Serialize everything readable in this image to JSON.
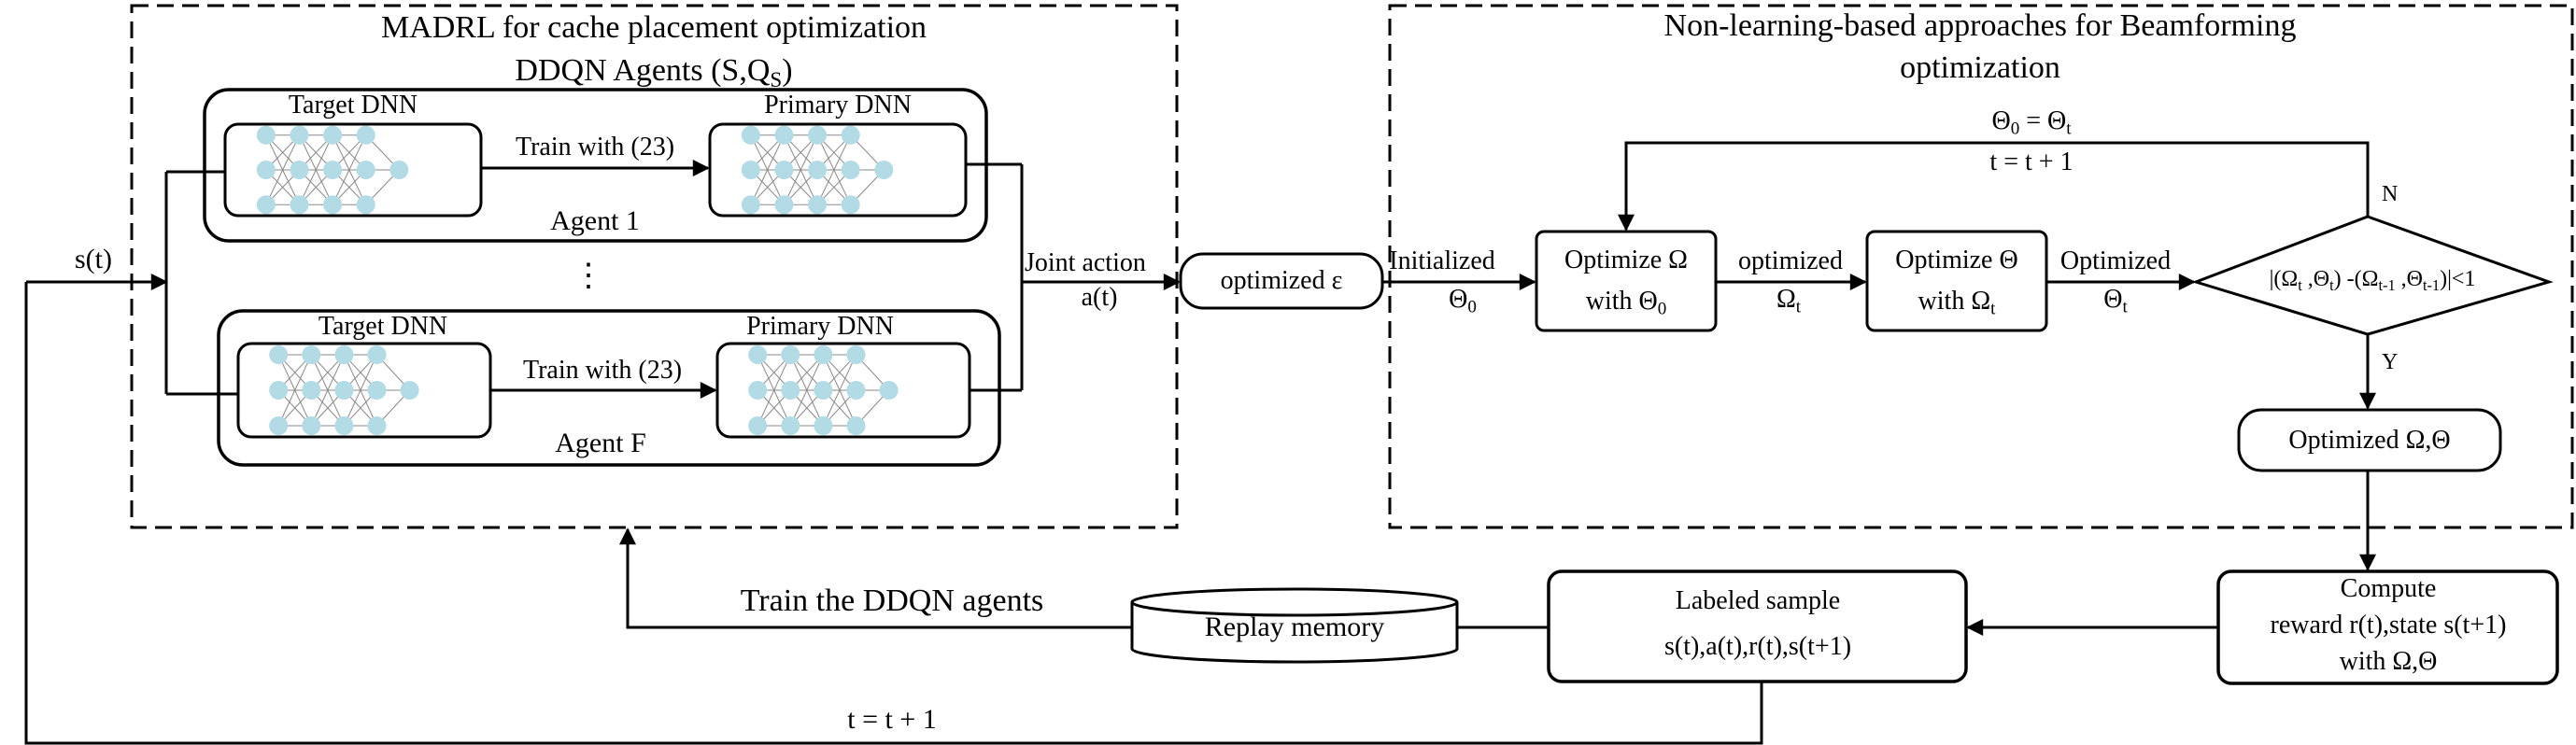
{
  "madrl": {
    "title": "MADRL for cache placement optimization",
    "agents_title": "DDQN Agents (S,Q",
    "agents_title_sub": "S",
    "agents_title_end": ")",
    "agent1": {
      "target": "Target DNN",
      "primary": "Primary DNN",
      "train": "Train with (23)",
      "name": "Agent 1"
    },
    "ellipsis": "⋮",
    "agentF": {
      "target": "Target DNN",
      "primary": "Primary DNN",
      "train": "Train with (23)",
      "name": "Agent F"
    },
    "joint_action": "Joint action",
    "joint_action_var": "a(t)"
  },
  "state_label": "s(t)",
  "optimized_epsilon": "optimized ε",
  "beam": {
    "title_line1": "Non-learning-based approaches for Beamforming",
    "title_line2": "optimization",
    "initialized": "Initialized",
    "theta": "Θ",
    "sub0": "0",
    "subt": "t",
    "subt1": "t-1",
    "box1_line1": "Optimize  Ω",
    "box1_line2": "with Θ",
    "optimized": "optimized",
    "omega": "Ω",
    "box2_line1": "Optimize  Θ",
    "box2_line2": "with  Ω",
    "optimized_cap": "Optimized",
    "feedback_line1_a": "Θ",
    "feedback_line1_b": " = Θ",
    "feedback_line2": "t = t + 1",
    "diamond": {
      "p1": "|(Ω",
      "p2": " ,Θ",
      "p3": ") -(Ω",
      "p4": " ,Θ",
      "p5": ")|<1"
    },
    "no": "N",
    "yes": "Y",
    "result": "Optimized Ω,Θ"
  },
  "compute": {
    "line1": "Compute",
    "line2": "reward r(t),state s(t+1)",
    "line3": "with Ω,Θ"
  },
  "labeled": {
    "line1": "Labeled sample",
    "line2": "s(t),a(t),r(t),s(t+1)"
  },
  "replay_memory": "Replay memory",
  "train_agents": "Train the DDQN agents",
  "loop_label": "t = t + 1",
  "colors": {
    "node": "#b2dbe5",
    "line": "#000000",
    "edge": "#8a8a8a"
  }
}
